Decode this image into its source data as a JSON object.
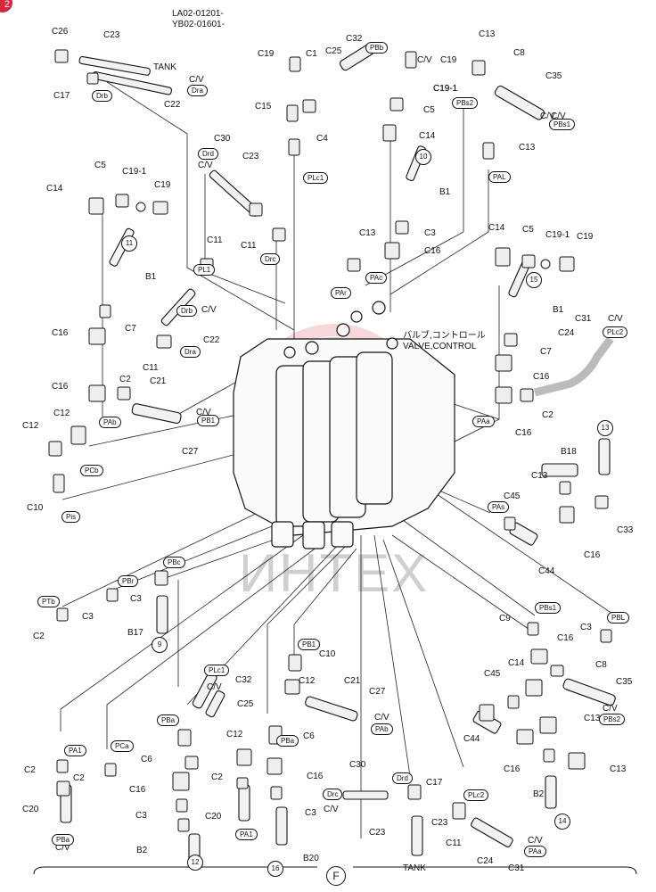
{
  "corner_badge": "2",
  "header": {
    "line1": "LA02-01201-",
    "line2": "YB02-01601-"
  },
  "valve_title": {
    "jp": "バルブ,コントロール",
    "en": "VALVE,CONTROL"
  },
  "watermark": "ИНТЕХ",
  "bottom_ref": "F",
  "tank_labels": [
    "TANK",
    "TANK"
  ],
  "labels": [
    "C26",
    "C23",
    "C17",
    "C22",
    "C/V",
    "C/V",
    "C19",
    "C1",
    "C25",
    "C32",
    "C/V",
    "C19-1",
    "C15",
    "C4",
    "C19",
    "C19-1",
    "C5",
    "C14",
    "C13",
    "C8",
    "C35",
    "C/V",
    "C13",
    "C30",
    "C/V",
    "C23",
    "C11",
    "C11",
    "C5",
    "C19-1",
    "C19",
    "C14",
    "B1",
    "C7",
    "C16",
    "C16",
    "C2",
    "C21",
    "C11",
    "C22",
    "C/V",
    "C/V",
    "C27",
    "C12",
    "C12",
    "C10",
    "B1",
    "C3",
    "C16",
    "C13",
    "C14",
    "C5",
    "C19-1",
    "C19",
    "B1",
    "C7",
    "C16",
    "C16",
    "C2",
    "C31",
    "C/V",
    "C24",
    "B18",
    "C13",
    "C45",
    "C33",
    "C16",
    "C44",
    "C3",
    "C3",
    "B17",
    "C2",
    "C9",
    "C16",
    "C3",
    "C14",
    "C8",
    "C35",
    "C/V",
    "C45",
    "C44",
    "C13",
    "C16",
    "C13",
    "B2",
    "C10",
    "C12",
    "C21",
    "C27",
    "C/V",
    "C6",
    "C12",
    "C16",
    "C32",
    "C/V",
    "C25",
    "C6",
    "C2",
    "C16",
    "C3",
    "B2",
    "C2",
    "C20",
    "C2",
    "C/V",
    "C20",
    "C3",
    "B20",
    "C30",
    "C/V",
    "C17",
    "C23",
    "C23",
    "C11",
    "C24",
    "C31",
    "C/V"
  ],
  "pills": [
    "Drb",
    "Dra",
    "PBb",
    "PBs2",
    "PAL",
    "Drd",
    "PLc1",
    "Drc",
    "PL1",
    "PBs1",
    "Drb",
    "Dra",
    "PAr",
    "PAc",
    "PLc2",
    "PAb",
    "PB1",
    "PCb",
    "PAa",
    "Pis",
    "PAs",
    "PTb",
    "PBr",
    "PBc",
    "PBs1",
    "PBL",
    "PB1",
    "PLc1",
    "PBa",
    "PBa",
    "PAb",
    "PBs2",
    "PCa",
    "PA1",
    "PA1",
    "Drd",
    "Drc",
    "PLc2",
    "PAa",
    "PBa"
  ],
  "circled_refs": [
    "10",
    "11",
    "15",
    "13",
    "9",
    "12",
    "16",
    "14"
  ]
}
